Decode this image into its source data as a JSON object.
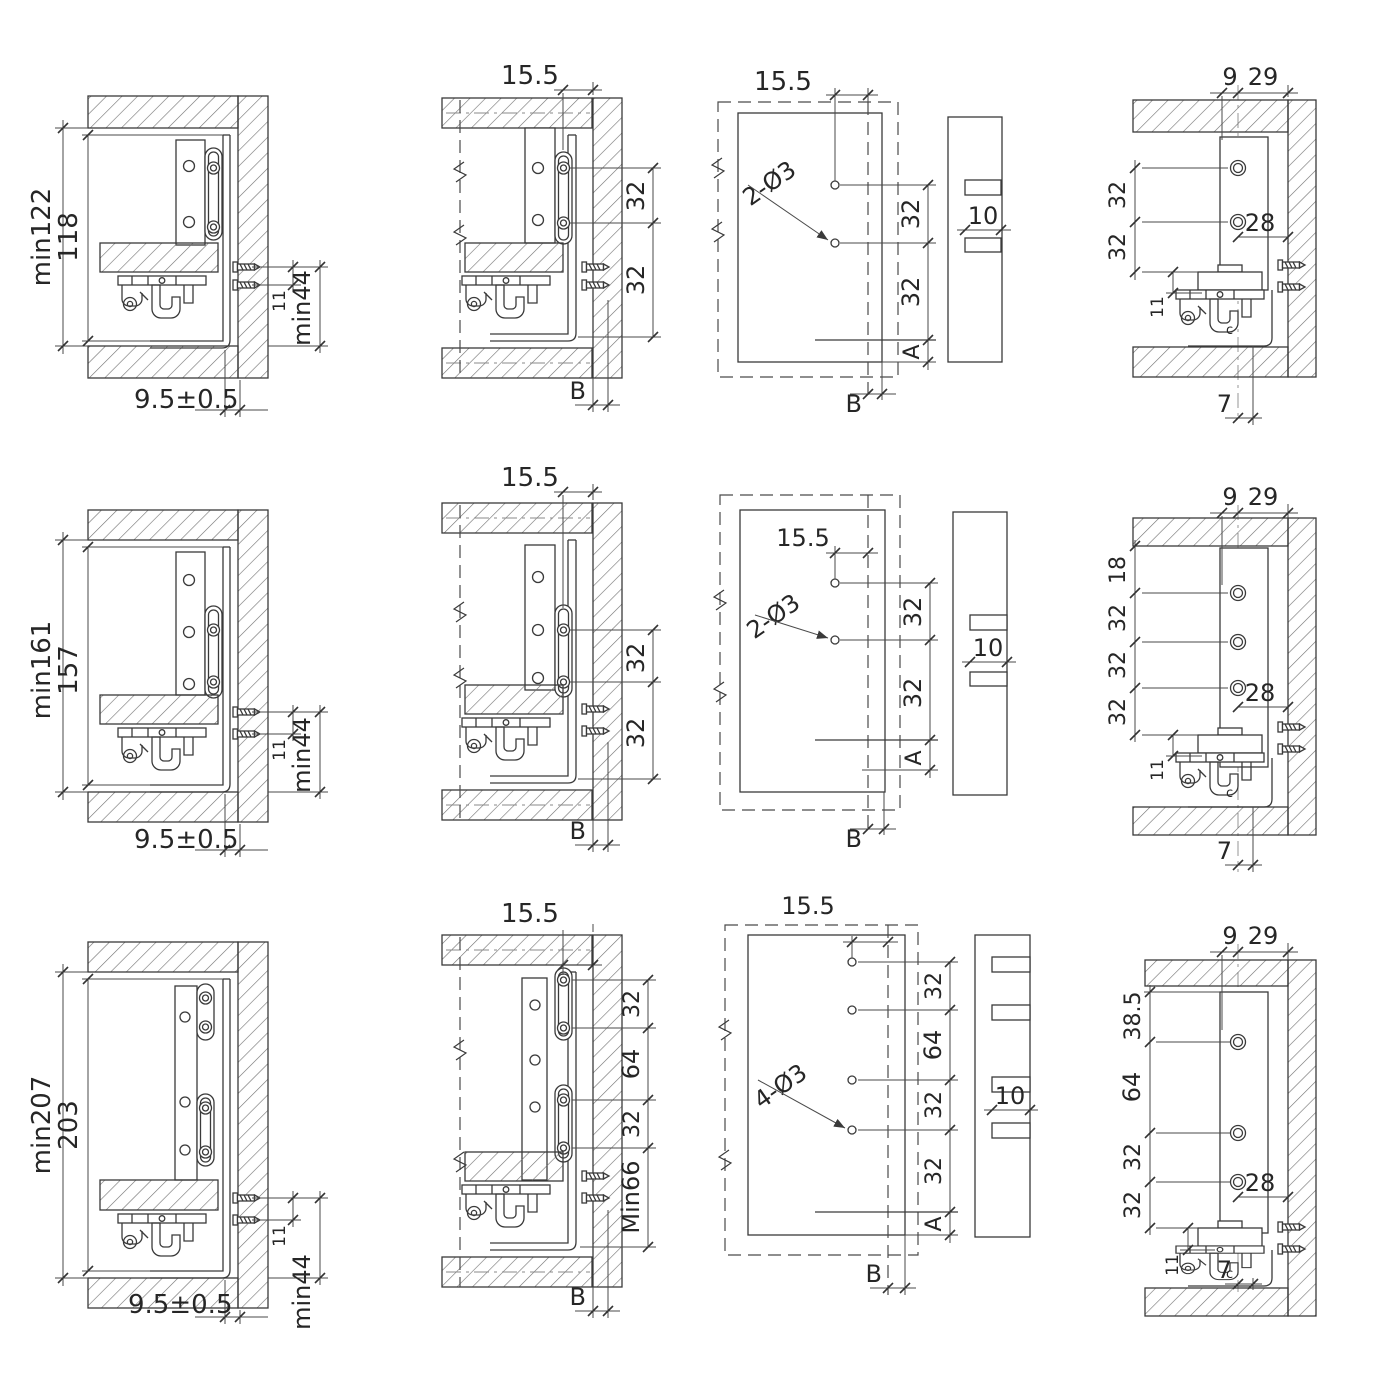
{
  "colors": {
    "line": "#3a3a3a",
    "background": "#ffffff"
  },
  "panels": {
    "r1c1": {
      "outer_height": "min122",
      "inner_height": "118",
      "screw_spacing": "11",
      "min_clearance": "min44",
      "bottom_offset": "9.5±0.5"
    },
    "r1c2": {
      "top_offset": "15.5",
      "pitch_1": "32",
      "pitch_2": "32",
      "ref_b": "B"
    },
    "r1c3": {
      "top_offset": "15.5",
      "holes_label": "2-Ø3",
      "pitch_1": "32",
      "pitch_2": "32",
      "ref_a": "A",
      "ref_b": "B",
      "slot_width": "10"
    },
    "r1c4": {
      "offset_1": "9",
      "offset_2": "29",
      "pitch_1": "32",
      "pitch_2": "32",
      "screw_spacing": "11",
      "back_offset": "28",
      "bottom_offset": "7",
      "clip": "c"
    },
    "r2c1": {
      "outer_height": "min161",
      "inner_height": "157",
      "screw_spacing": "11",
      "min_clearance": "min44",
      "bottom_offset": "9.5±0.5"
    },
    "r2c2": {
      "top_offset": "15.5",
      "pitch_1": "32",
      "pitch_2": "32",
      "ref_b": "B"
    },
    "r2c3": {
      "top_offset": "15.5",
      "holes_label": "2-Ø3",
      "pitch_1": "32",
      "pitch_2": "32",
      "ref_a": "A",
      "ref_b": "B",
      "slot_width": "10"
    },
    "r2c4": {
      "offset_1": "9",
      "offset_2": "29",
      "top_gap": "18",
      "pitch_1": "32",
      "pitch_2": "32",
      "pitch_3": "32",
      "screw_spacing": "11",
      "back_offset": "28",
      "bottom_offset": "7",
      "clip": "c"
    },
    "r3c1": {
      "outer_height": "min207",
      "inner_height": "203",
      "screw_spacing": "11",
      "min_clearance": "min44",
      "bottom_offset": "9.5±0.5"
    },
    "r3c2": {
      "top_offset": "15.5",
      "pitch_1": "32",
      "pitch_2": "64",
      "pitch_3": "32",
      "min_height": "Min66",
      "ref_b": "B"
    },
    "r3c3": {
      "top_offset": "15.5",
      "holes_label": "4-Ø3",
      "pitch_1": "32",
      "pitch_2": "64",
      "pitch_3": "32",
      "pitch_4": "32",
      "ref_a": "A",
      "ref_b": "B",
      "slot_width": "10"
    },
    "r3c4": {
      "offset_1": "9",
      "offset_2": "29",
      "top_gap": "38.5",
      "pitch_1": "64",
      "pitch_2": "32",
      "pitch_3": "32",
      "screw_spacing": "11",
      "back_offset": "28",
      "bottom_offset": "7",
      "clip": "c"
    }
  }
}
